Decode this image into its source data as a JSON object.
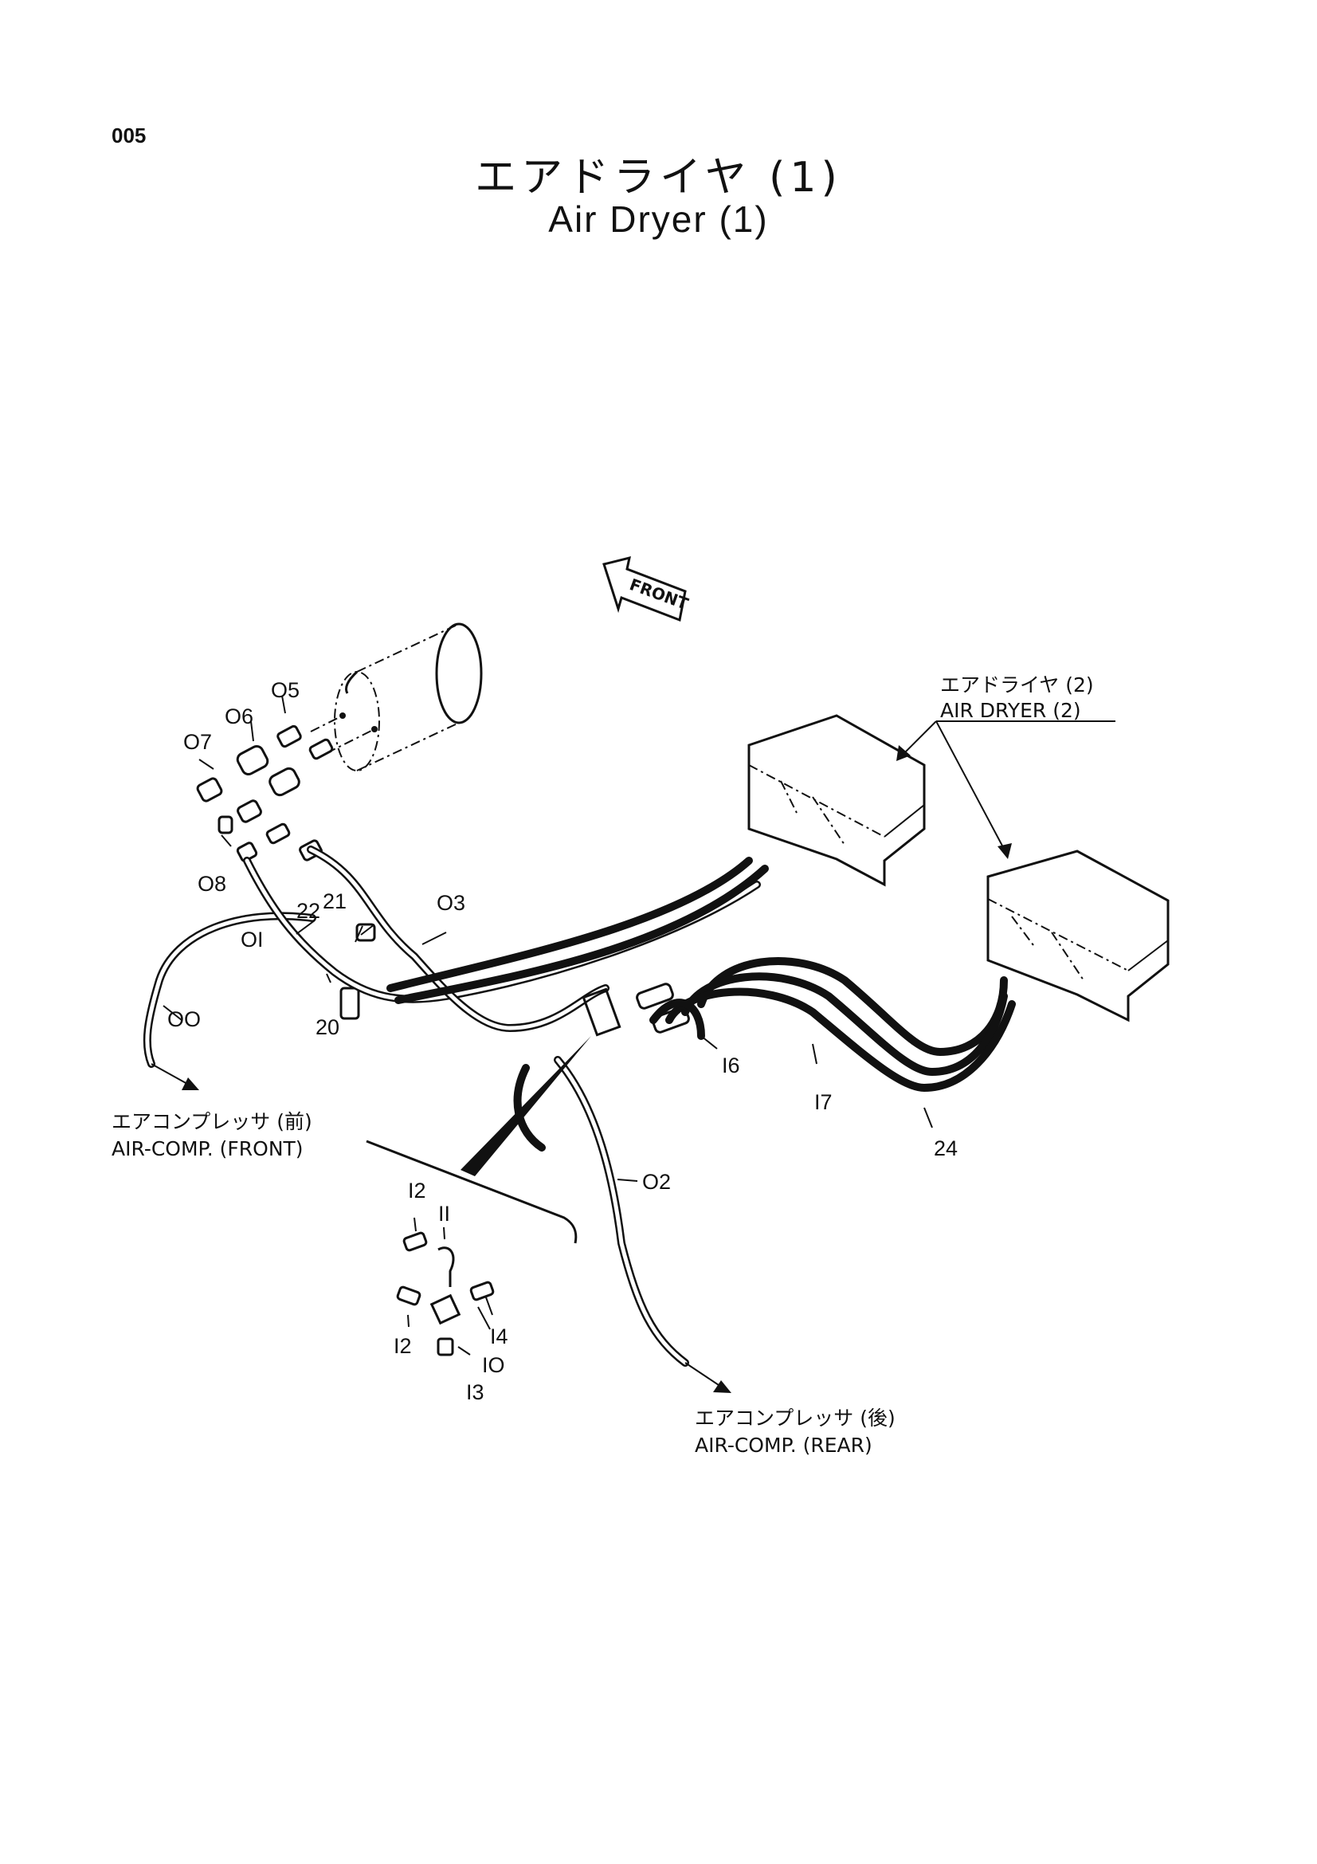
{
  "page_number": "005",
  "title_jp": "エアドライヤ (1)",
  "title_en": "Air Dryer (1)",
  "front_marker": "FRONT",
  "annotations": {
    "air_dryer_2_jp": "エアドライヤ (2)",
    "air_dryer_2_en": "AIR DRYER (2)",
    "comp_front_jp": "エアコンプレッサ (前)",
    "comp_front_en": "AIR-COMP. (FRONT)",
    "comp_rear_jp": "エアコンプレッサ (後)",
    "comp_rear_en": "AIR-COMP. (REAR)"
  },
  "callouts": {
    "c00": "OO",
    "c01": "OI",
    "c02": "O2",
    "c03": "O3",
    "c05": "O5",
    "c06": "O6",
    "c07": "O7",
    "c08": "O8",
    "c10": "IO",
    "c11": "II",
    "c12a": "I2",
    "c12b": "I2",
    "c13": "I3",
    "c14": "I4",
    "c16": "I6",
    "c17": "I7",
    "c20": "20",
    "c21": "21",
    "c22": "22",
    "c24": "24"
  }
}
